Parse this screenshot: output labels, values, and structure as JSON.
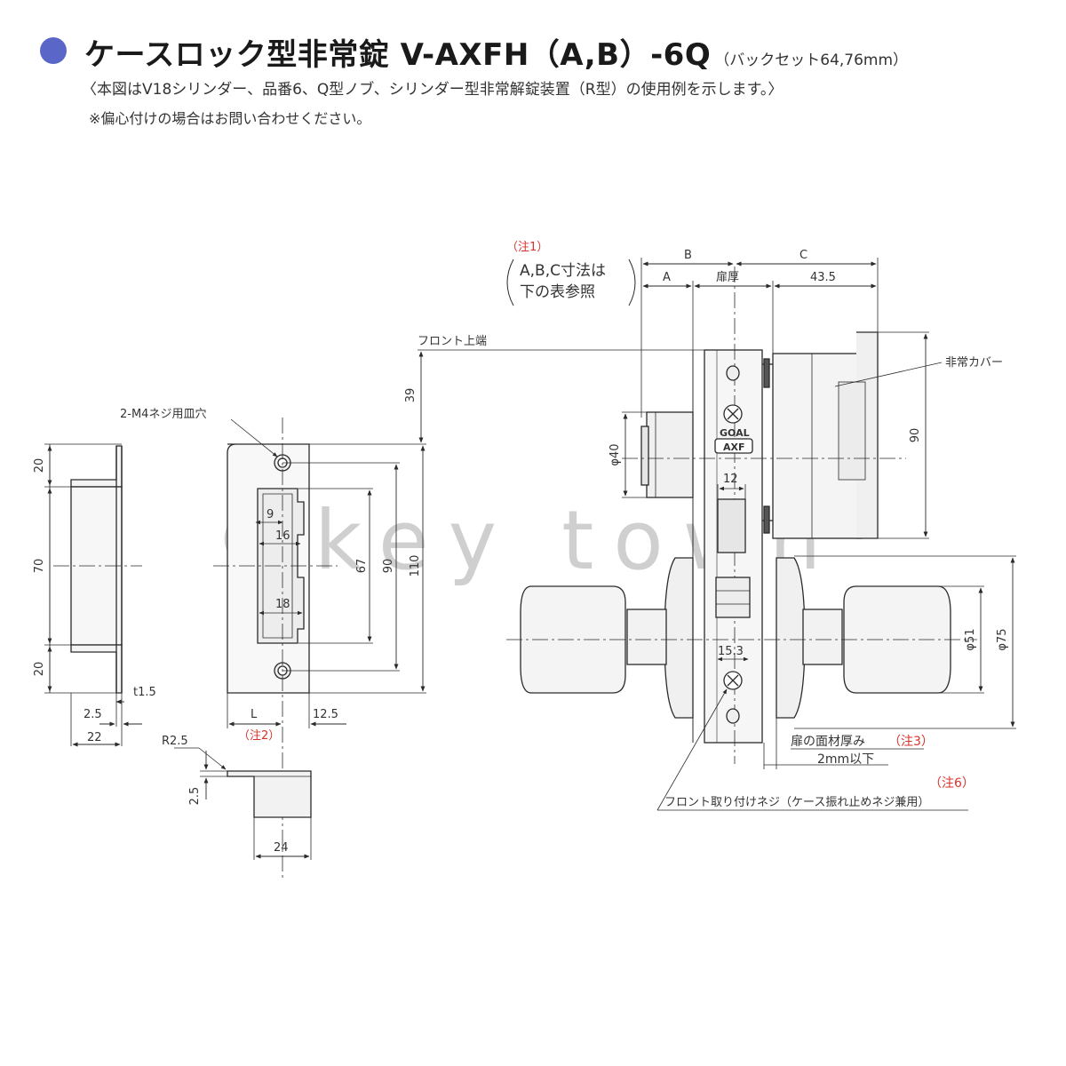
{
  "header": {
    "title_main": "ケースロック型非常錠 V-AXFH（A,B）-6Q",
    "title_sub": "（バックセット64,76mm）",
    "description": "〈本図はV18シリンダー、品番6、Q型ノブ、シリンダー型非常解錠装置（R型）の使用例を示します。〉",
    "note": "※偏心付けの場合はお問い合わせください。"
  },
  "watermark": "©key town",
  "labels": {
    "note1_tag": "（注1）",
    "note1_line1": "A,B,C寸法は",
    "note1_line2": "下の表参照",
    "front_top": "フロント上端",
    "emergency_cover": "非常カバー",
    "screw_holes": "2-M4ネジ用皿穴",
    "note2_tag": "（注2）",
    "door_face": "扉の面材厚み",
    "note3_tag": "（注3）",
    "two_mm": "2mm以下",
    "note6_tag": "（注6）",
    "front_screw": "フロント取り付けネジ（ケース振れ止めネジ兼用）",
    "logo_top": "GOAL",
    "logo_bottom": "AXF"
  },
  "dims": {
    "B": "B",
    "A": "A",
    "C": "C",
    "door_thickness": "扉厚",
    "d43_5": "43.5",
    "d39": "39",
    "d90_right": "90",
    "phi40": "φ40",
    "d12": "12",
    "d15_3": "15.3",
    "phi51": "φ51",
    "phi75": "φ75",
    "d20_top": "20",
    "d70": "70",
    "d20_bottom": "20",
    "t1_5": "t1.5",
    "d2_5": "2.5",
    "d22": "22",
    "d9": "9",
    "d16": "16",
    "d18": "18",
    "d67": "67",
    "d90_strike": "90",
    "d110": "110",
    "L": "L",
    "d12_5": "12.5",
    "r2_5": "R2.5",
    "d2_5_side": "2.5",
    "d24": "24"
  },
  "colors": {
    "accent": "#5a67c8",
    "note_red": "#d8332b",
    "line": "#2a2a2a",
    "watermark": "#c8c8c8"
  }
}
